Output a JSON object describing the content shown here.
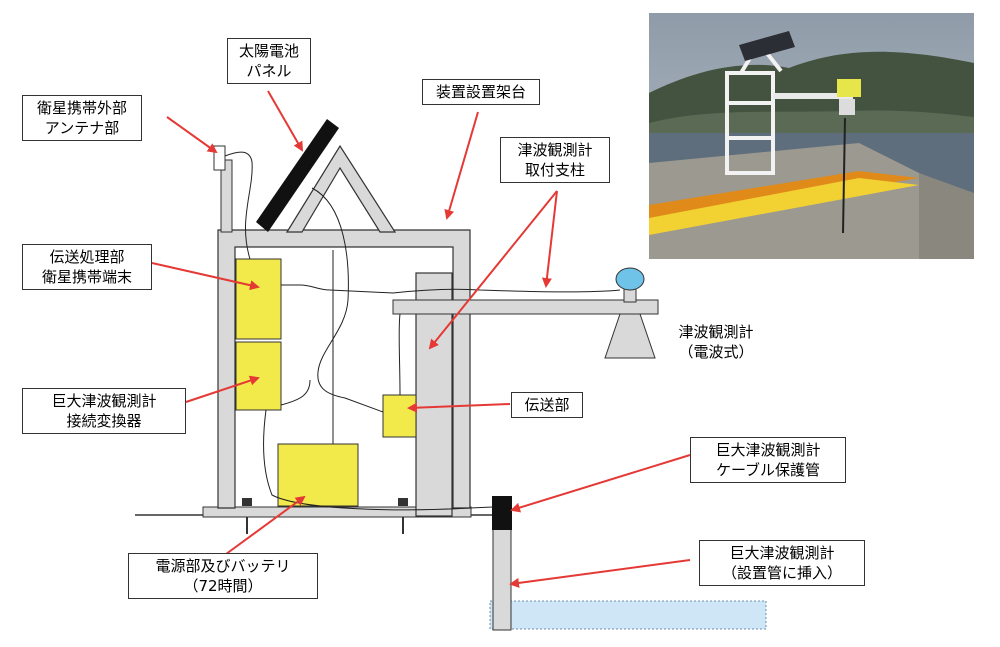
{
  "labels": {
    "solar_panel": [
      "太陽電池",
      "パネル"
    ],
    "satellite_antenna": [
      "衛星携帯外部",
      "アンテナ部"
    ],
    "mount_frame": [
      "装置設置架台"
    ],
    "tsunami_pole": [
      "津波観測計",
      "取付支柱"
    ],
    "transmission_unit": [
      "伝送処理部",
      "衛星携帯端末"
    ],
    "tsunami_meter_radio": [
      "津波観測計",
      "（電波式）"
    ],
    "converter": [
      "巨大津波観測計",
      "接続変換器"
    ],
    "transmitter": [
      "伝送部"
    ],
    "cable_pipe": [
      "巨大津波観測計",
      "ケーブル保護管"
    ],
    "power_battery": [
      "電源部及びバッテリ",
      "（72時間）"
    ],
    "inserted_gauge": [
      "巨大津波観測計",
      "（設置管に挿入）"
    ]
  },
  "colors": {
    "arrow": "#e53935",
    "box_fill": "#f2e94a",
    "frame_fill": "#d9d9d9",
    "water": "#cfe6f7",
    "sensor_blue": "#6fc3e8"
  },
  "photo": {
    "icon": "site-photo"
  }
}
